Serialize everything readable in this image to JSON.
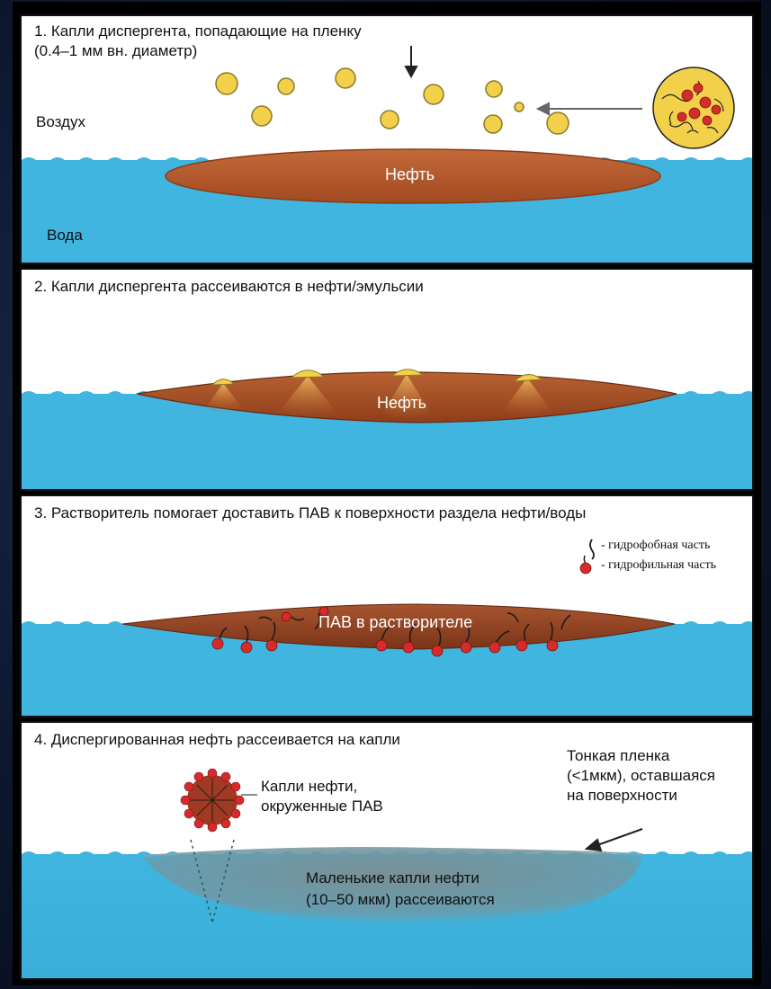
{
  "panel1": {
    "caption_line1": "1. Капли диспергента, попадающие на пленку",
    "caption_line2": "(0.4–1 мм вн. диаметр)",
    "air_label": "Воздух",
    "water_label": "Вода",
    "oil_label": "Нефть"
  },
  "panel2": {
    "caption": "2. Капли диспергента  рассеиваются в нефти/эмульсии",
    "oil_label": "Нефть"
  },
  "panel3": {
    "caption": "3. Растворитель помогает доставить ПАВ к поверхности раздела нефти/воды",
    "legend_hydrophobic": "- гидрофобная часть",
    "legend_hydrophilic": "- гидрофильная часть",
    "oil_label": "ПАВ в растворителе"
  },
  "panel4": {
    "caption": "4. Диспергированная нефть рассеивается на капли",
    "droplet_label_line1": "Капли нефти,",
    "droplet_label_line2": "окруженные ПАВ",
    "film_label_line1": "Тонкая пленка",
    "film_label_line2": "(<1мкм), оставшаяся",
    "film_label_line3": "на поверхности",
    "small_drops_line1": "Маленькие капли нефти",
    "small_drops_line2": "(10–50 мкм) рассеиваются"
  },
  "colors": {
    "water": "#3fb5e0",
    "oil": "#b5582a",
    "dispersant": "#f2d04a",
    "surfactant": "#d62b2b"
  }
}
